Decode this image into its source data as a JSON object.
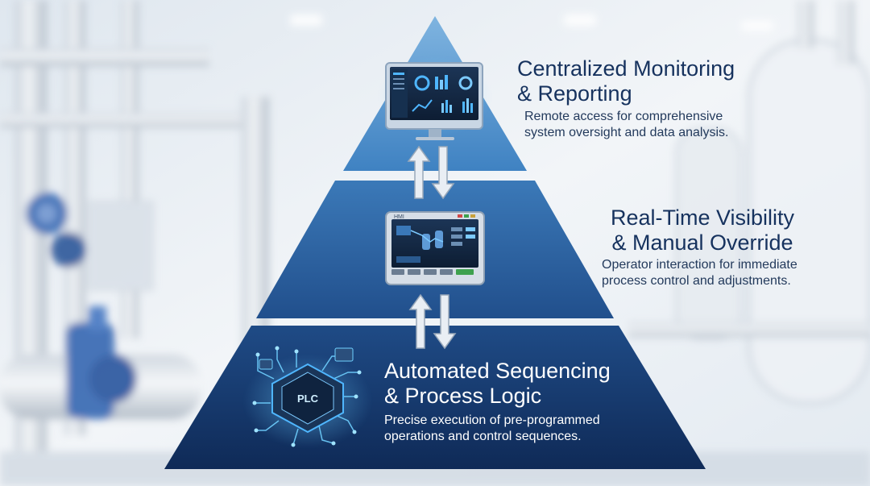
{
  "tiers": [
    {
      "title": "Centralized Monitoring\n& Reporting",
      "description": "Remote access for comprehensive\nsystem oversight and data analysis.",
      "icon": "monitor-dashboard-icon"
    },
    {
      "title": "Real-Time Visibility\n& Manual Override",
      "description": "Operator interaction for immediate\n  process control and adjustments.",
      "icon": "hmi-panel-icon",
      "icon_label": "HMI"
    },
    {
      "title": "Automated Sequencing\n& Process Logic",
      "description": "Precise execution of pre-programmed\noperations and control sequences.",
      "icon": "plc-chip-icon",
      "icon_label": "PLC"
    }
  ],
  "connectors": [
    "bidirectional-arrows-icon",
    "bidirectional-arrows-icon"
  ],
  "colors": {
    "tier_top": "#5f9fd3",
    "tier_mid": "#2f6aa6",
    "tier_bottom": "#16386b",
    "title_text": "#16325e",
    "accent_glow": "#4fb6ff"
  }
}
